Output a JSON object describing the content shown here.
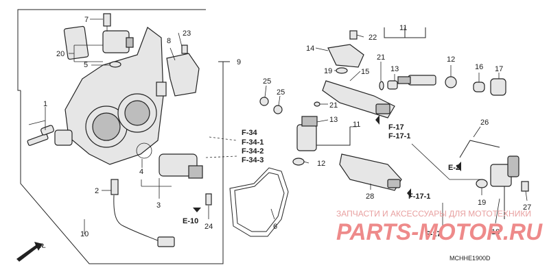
{
  "callouts": {
    "n1": "1",
    "n2": "2",
    "n3": "3",
    "n4": "4",
    "n5": "5",
    "n6": "6",
    "n7": "7",
    "n8": "8",
    "n9": "9",
    "n10": "10",
    "n11a": "11",
    "n11b": "11",
    "n12a": "12",
    "n12b": "12",
    "n13a": "13",
    "n13b": "13",
    "n14": "14",
    "n15": "15",
    "n16": "16",
    "n17": "17",
    "n18": "18",
    "n19a": "19",
    "n19b": "19",
    "n20": "20",
    "n21a": "21",
    "n21b": "21",
    "n22": "22",
    "n23": "23",
    "n24": "24",
    "n25a": "25",
    "n25b": "25",
    "n26": "26",
    "n27": "27",
    "n28": "28"
  },
  "references": {
    "f34": "F-34",
    "f34_1": "F-34-1",
    "f34_2": "F-34-2",
    "f34_3": "F-34-3",
    "f17_top": "F-17",
    "f17_1_top": "F-17-1",
    "f17_1_mid": "F-17-1",
    "f17_bottom": "F-17",
    "e2": "E-2",
    "e10": "E-10",
    "front": "FR."
  },
  "watermark": {
    "caption": "ЗАПЧАСТИ И АКСЕССУАРЫ ДЛЯ МОТОТЕХНИКИ",
    "brand": "PARTS-MOTOR.RU"
  },
  "diagram_code": "MCHHE1900D",
  "colors": {
    "ink": "#1a1a1a",
    "watermark": "#ee8a8a"
  }
}
